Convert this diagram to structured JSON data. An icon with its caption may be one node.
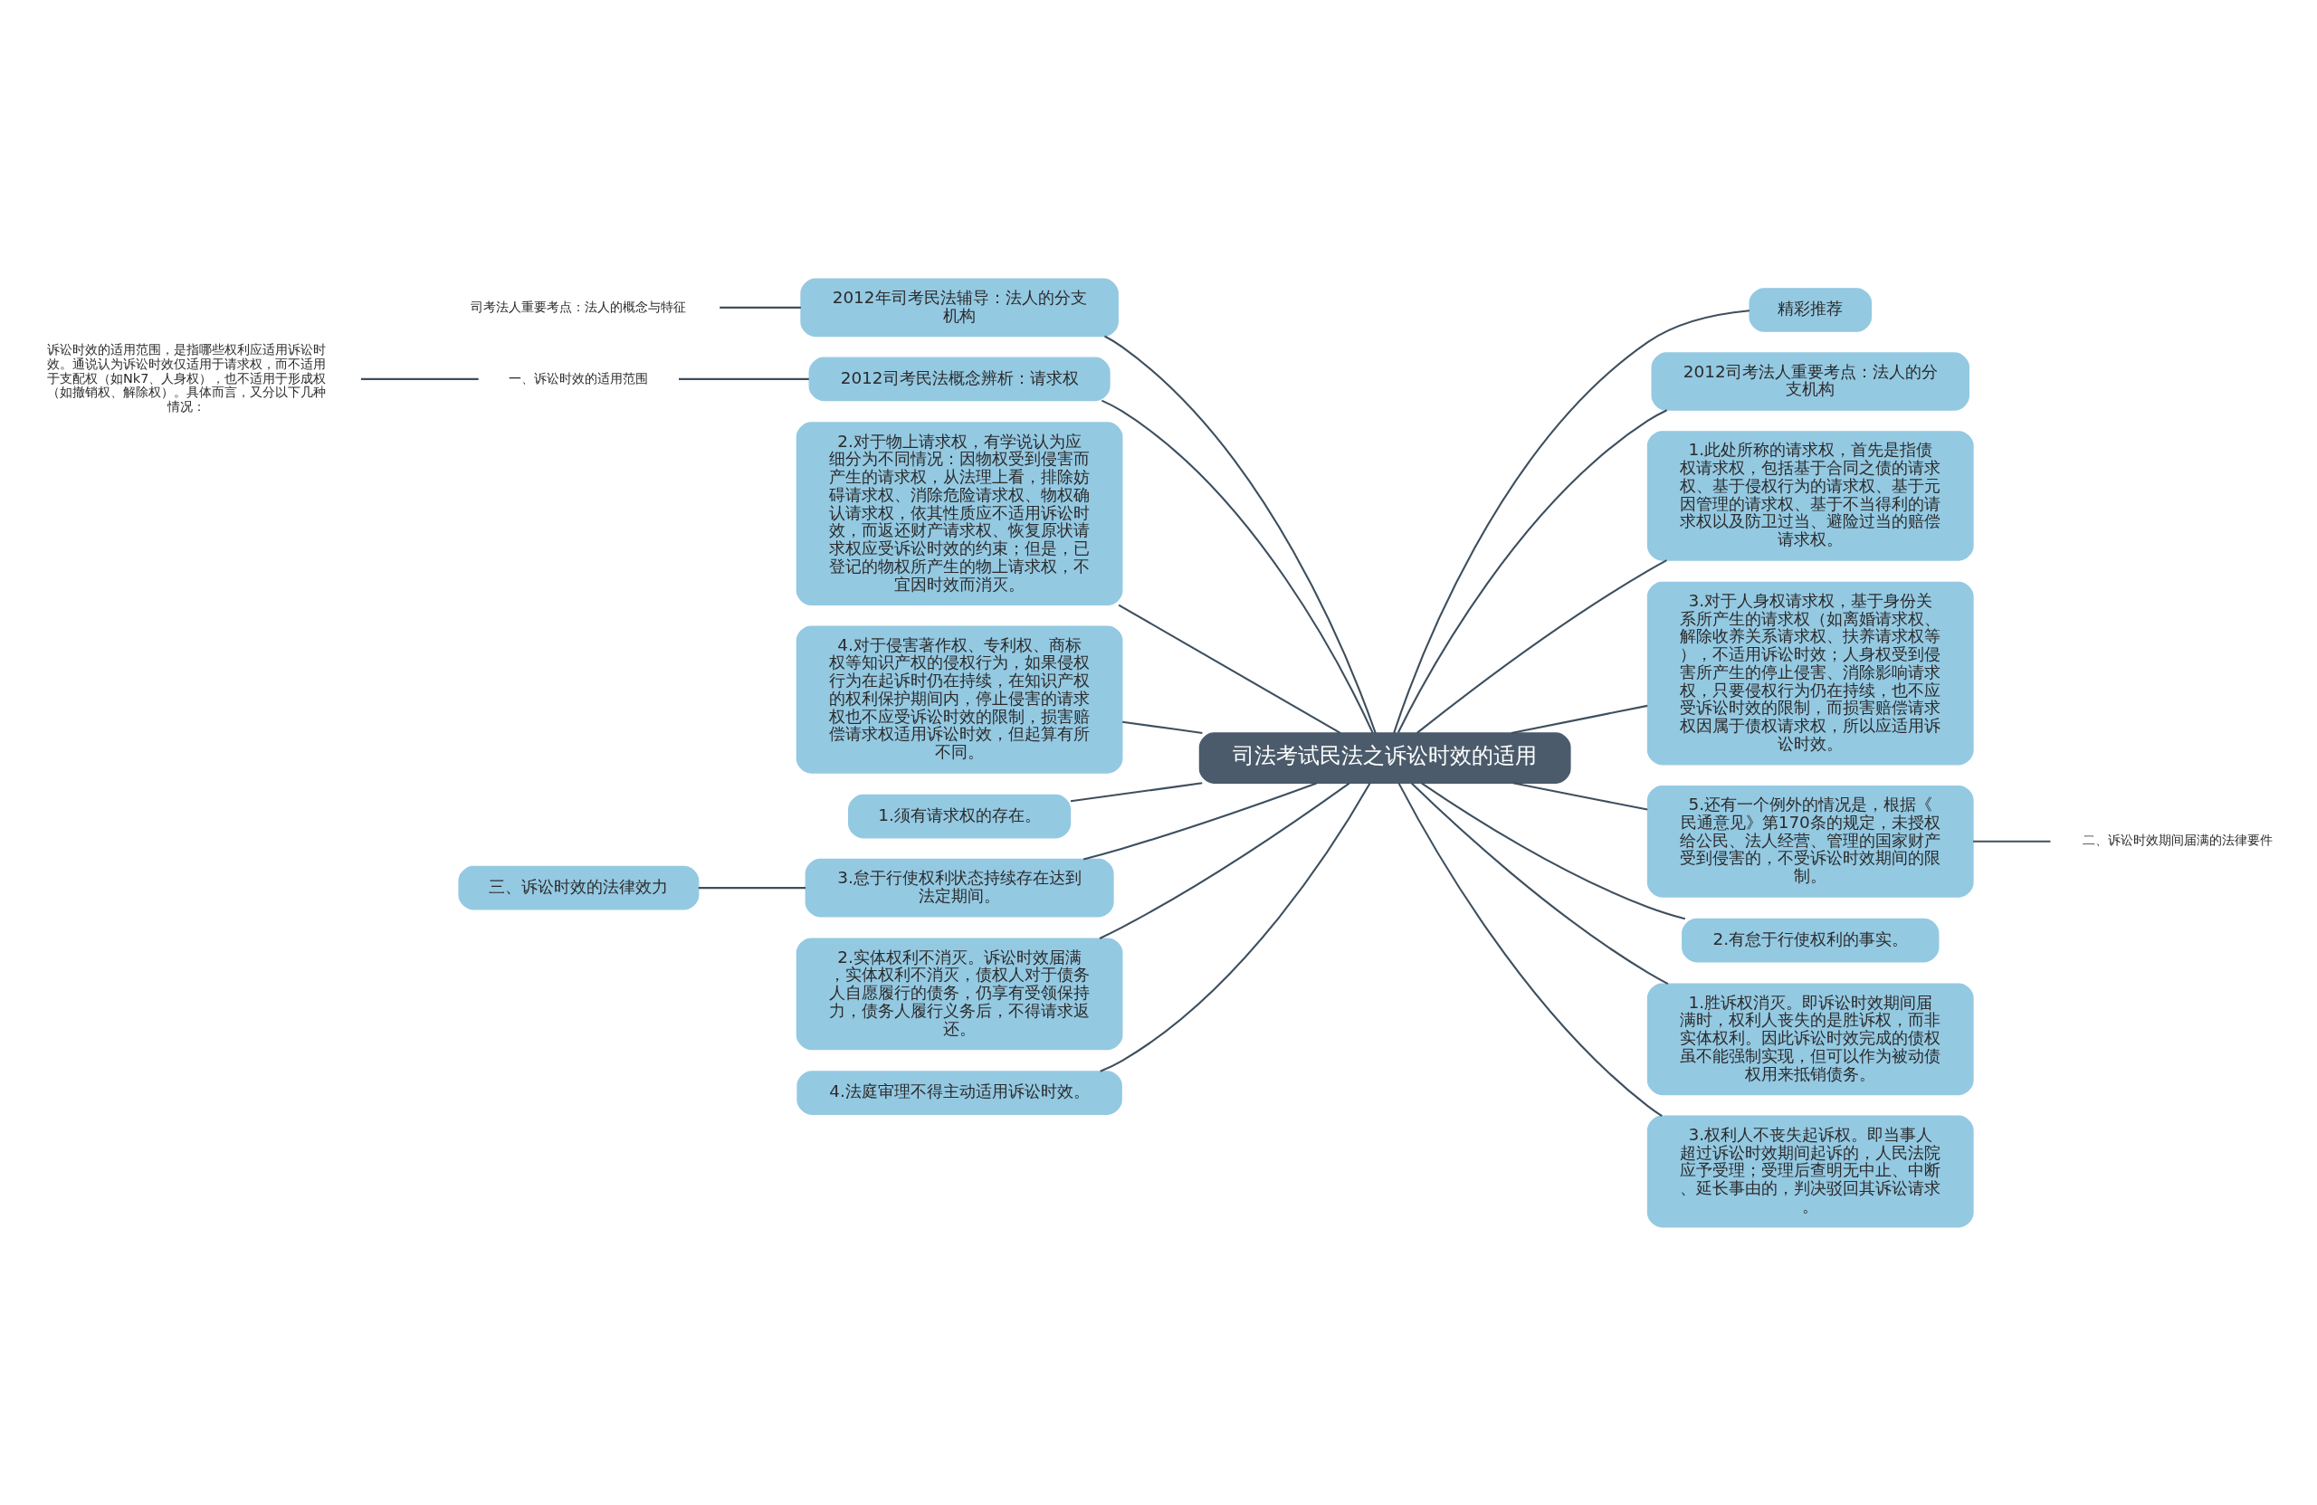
{
  "diagram": {
    "nodes": [
      {
        "text": [
          "司法考试民法之诉讼时效的适用"
        ]
      },
      {
        "text": [
          "精彩推荐"
        ]
      },
      {
        "text": [
          "2012司考法人重要考点：法人的分支机构"
        ]
      },
      {
        "text": [
          "1.此处所称的请求权，首先是指债权请求权，包括基于合同之债的请求权、基于侵权行为的请求权、基于元因管理的请求权、基于不当得利的请求权以及防卫过当、避险过当的赔偿请求权。"
        ]
      },
      {
        "text": [
          "3.对于人身权请求权，基于身份关系所产生的请求权（如离婚请求权、解除收养关系请求权、扶养请求权等），不适用诉讼时效；人身权受到侵害所产生的停止侵害、消除影响请求权，只要侵权行为仍在持续，也不应受诉讼时效的限制，而损害赔偿请求权因属于债权请求权，所以应适用诉讼时效。"
        ]
      },
      {
        "text": [
          "5.还有一个例外的情况是，根据《民通意见》第170条的规定，未授权给公民、法人经营、管理的国家财产受到侵害的，不受诉讼时效期间的限制。"
        ]
      },
      {
        "text": [
          "二、诉讼时效期间届满的法律要件"
        ]
      },
      {
        "text": [
          "2.有怠于行使权利的事实。"
        ]
      },
      {
        "text": [
          "1.胜诉权消灭。即诉讼时效期间届满时，权利人丧失的是胜诉权，而非实体权利。因此诉讼时效完成的债权虽不能强制实现，但可以作为被动债权用来抵销债务。"
        ]
      },
      {
        "text": [
          "3.权利人不丧失起诉权。即当事人超过诉讼时效期间起诉的，人民法院应予受理；受理后查明无中止、中断、延长事由的，判决驳回其诉讼请求。"
        ]
      },
      {
        "text": [
          "2012年司考民法辅导：法人的分支机构"
        ]
      },
      {
        "text": [
          "司考法人重要考点：法人的概念与特征"
        ]
      },
      {
        "text": [
          "2012司考民法概念辨析：请求权"
        ]
      },
      {
        "text": [
          "一、诉讼时效的适用范围"
        ]
      },
      {
        "text": [
          "诉讼时效的适用范围，是指哪些权利应适用诉讼时效。通说认为诉讼时效仅适用于请求权，而不适用于支配权（如Nk7、人身权），也不适用于形成权（如撤销权、解除权）。具体而言，又分以下几种情况："
        ]
      },
      {
        "text": [
          "2.对于物上请求权，有学说认为应细分为不同情况：因物权受到侵害而产生的请求权，从法理上看，排除妨碍请求权、消除危险请求权、物权确认请求权，依其性质应不适用诉讼时效，而返还财产请求权、恢复原状请求权应受诉讼时效的约束；但是，已登记的物权所产生的物上请求权，不宜因时效而消灭。"
        ]
      },
      {
        "text": [
          "4.对于侵害著作权、专利权、商标权等知识产权的侵权行为，如果侵权行为在起诉时仍在持续，在知识产权的权利保护期间内，停止侵害的请求权也不应受诉讼时效的限制，损害赔偿请求权适用诉讼时效，但起算有所不同。"
        ]
      },
      {
        "text": [
          "1.须有请求权的存在。"
        ]
      },
      {
        "text": [
          "3.怠于行使权利状态持续存在达到法定期间。"
        ]
      },
      {
        "text": [
          "三、诉讼时效的法律效力"
        ]
      },
      {
        "text": [
          "2.实体权利不消灭。诉讼时效届满，实体权利不消灭，债权人对于债务人自愿履行的债务，仍享有受领保持力，债务人履行义务后，不得请求返还。"
        ]
      },
      {
        "text": [
          "4.法庭审理不得主动适用诉讼时效。"
        ]
      }
    ],
    "edges": [
      {
        "from": 0,
        "to": 1,
        "arrow": "none"
      },
      {
        "from": 0,
        "to": 2,
        "arrow": "none"
      },
      {
        "from": 0,
        "to": 3,
        "arrow": "none"
      },
      {
        "from": 0,
        "to": 4,
        "arrow": "none"
      },
      {
        "from": 0,
        "to": 5,
        "arrow": "none"
      },
      {
        "from": 5,
        "to": 6,
        "arrow": "none"
      },
      {
        "from": 0,
        "to": 7,
        "arrow": "none"
      },
      {
        "from": 0,
        "to": 8,
        "arrow": "none"
      },
      {
        "from": 0,
        "to": 9,
        "arrow": "none"
      },
      {
        "from": 0,
        "to": 10,
        "arrow": "none"
      },
      {
        "from": 10,
        "to": 11,
        "arrow": "none"
      },
      {
        "from": 0,
        "to": 12,
        "arrow": "none"
      },
      {
        "from": 12,
        "to": 13,
        "arrow": "none"
      },
      {
        "from": 13,
        "to": 14,
        "arrow": "none"
      },
      {
        "from": 0,
        "to": 15,
        "arrow": "none"
      },
      {
        "from": 0,
        "to": 16,
        "arrow": "none"
      },
      {
        "from": 0,
        "to": 17,
        "arrow": "none"
      },
      {
        "from": 0,
        "to": 18,
        "arrow": "none"
      },
      {
        "from": 18,
        "to": 19,
        "arrow": "none"
      },
      {
        "from": 0,
        "to": 20,
        "arrow": "none"
      },
      {
        "from": 0,
        "to": 21,
        "arrow": "none"
      }
    ]
  }
}
